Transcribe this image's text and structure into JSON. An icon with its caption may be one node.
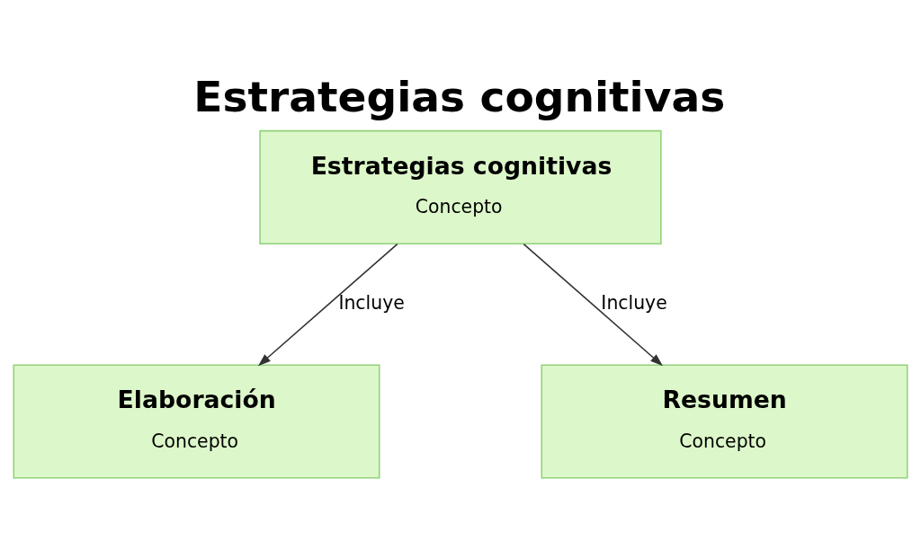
{
  "diagram": {
    "title": "Estrategias cognitivas",
    "nodes": [
      {
        "text": [
          "Estrategias cognitivas",
          "Concepto"
        ]
      },
      {
        "text": [
          "Elaboración",
          "Concepto"
        ]
      },
      {
        "text": [
          "Resumen",
          "Concepto"
        ]
      }
    ],
    "edges": [
      {
        "from": 0,
        "to": 1,
        "arrow": "to",
        "label": "Incluye"
      },
      {
        "from": 0,
        "to": 2,
        "arrow": "to",
        "label": "Incluye"
      }
    ]
  }
}
